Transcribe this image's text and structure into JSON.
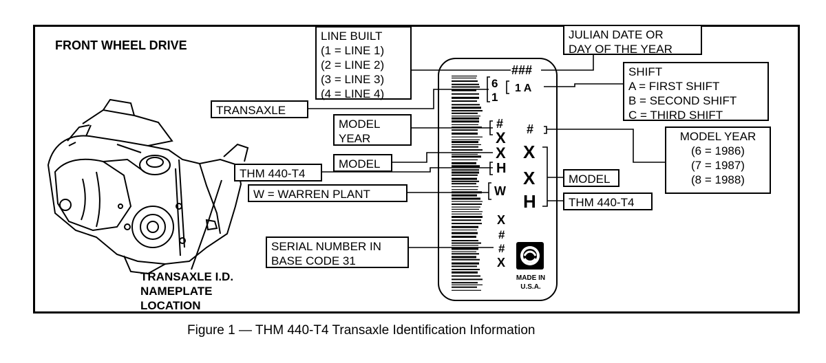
{
  "header": {
    "title": "FRONT WHEEL DRIVE"
  },
  "caption": "Figure 1 — THM 440-T4 Transaxle Identification Information",
  "transaxle_label": [
    "TRANSAXLE I.D.",
    "NAMEPLATE",
    "LOCATION"
  ],
  "callouts": {
    "line_built": [
      "LINE BUILT",
      "(1 = LINE 1)",
      "(2 = LINE 2)",
      "(3 = LINE 3)",
      "(4 = LINE 4)"
    ],
    "julian": [
      "JULIAN DATE OR",
      "DAY OF THE YEAR"
    ],
    "shift": [
      "SHIFT",
      "A = FIRST SHIFT",
      "B = SECOND SHIFT",
      "C = THIRD SHIFT"
    ],
    "transaxle": "TRANSAXLE",
    "model_year_left": [
      "MODEL",
      "YEAR"
    ],
    "model_left": "MODEL",
    "thm_left": "THM 440-T4",
    "warren": "W = WARREN PLANT",
    "serial": [
      "SERIAL NUMBER IN",
      "BASE CODE 31"
    ],
    "model_year_right": [
      "MODEL YEAR",
      "(6 = 1986)",
      "(7 = 1987)",
      "(8 = 1988)"
    ],
    "model_right": "MODEL",
    "thm_right": "THM 440-T4"
  },
  "tag": {
    "top_code": "###",
    "line_one": "1 A",
    "six": "6",
    "one": "1",
    "left_chars": [
      "#",
      "X",
      "X",
      "H"
    ],
    "w_char": "W",
    "serial_chars": [
      "X",
      "#",
      "#",
      "X"
    ],
    "right_hash": "#",
    "right_chars": [
      "X",
      "X",
      "H"
    ],
    "made_in": [
      "MADE IN",
      "U.S.A."
    ]
  }
}
